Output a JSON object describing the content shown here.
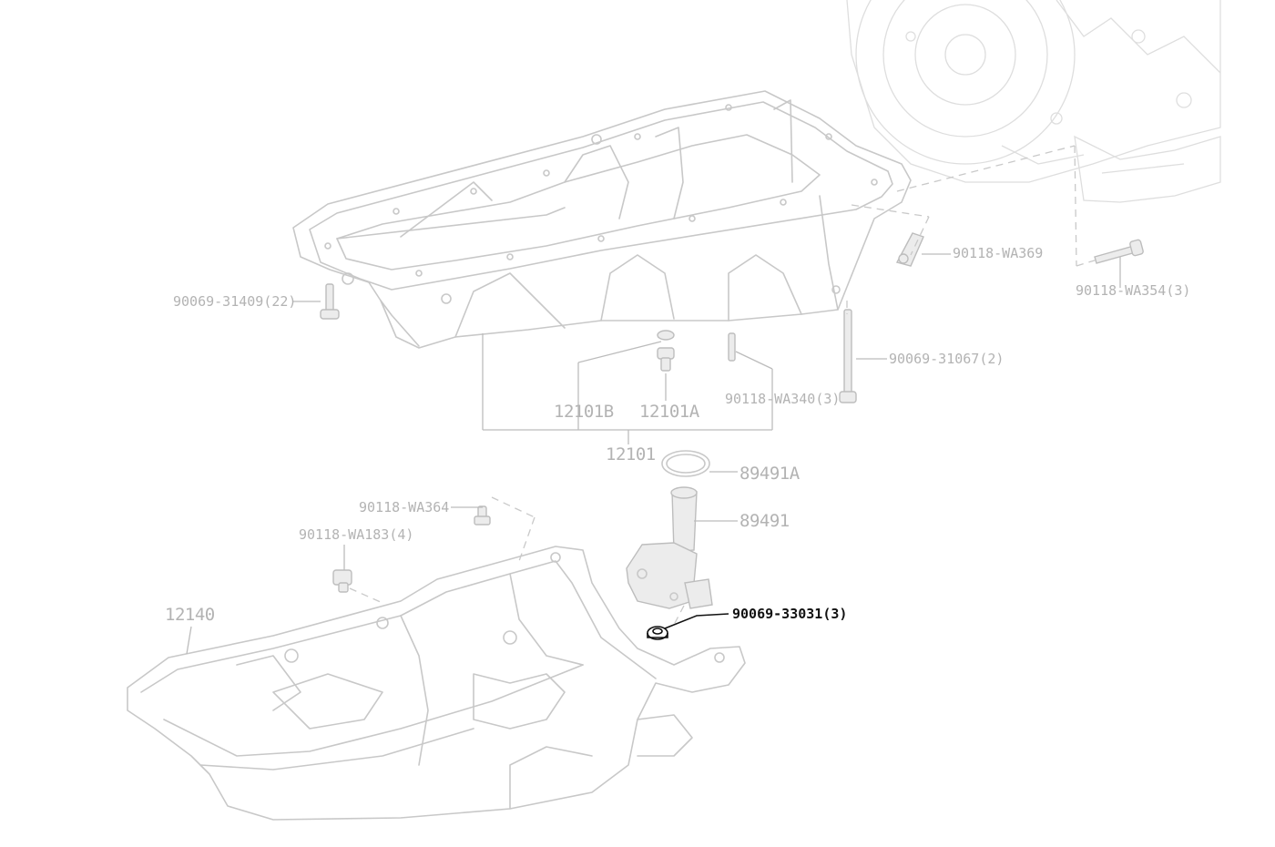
{
  "labels": {
    "p90069_31409": "90069-31409(22)",
    "p90118_wa369": "90118-WA369",
    "p90118_wa354": "90118-WA354(3)",
    "p90069_31067": "90069-31067(2)",
    "p12101b": "12101B",
    "p12101a": "12101A",
    "p90118_wa340": "90118-WA340(3)",
    "p12101": "12101",
    "p89491a": "89491A",
    "p90118_wa364": "90118-WA364",
    "p89491": "89491",
    "p90118_wa183": "90118-WA183(4)",
    "p12140": "12140",
    "p90069_33031": "90069-33031(3)"
  },
  "colors": {
    "label": "#b3b3b3",
    "highlight": "#111111",
    "part_stroke": "#c8c8c8",
    "background": "#ffffff"
  }
}
